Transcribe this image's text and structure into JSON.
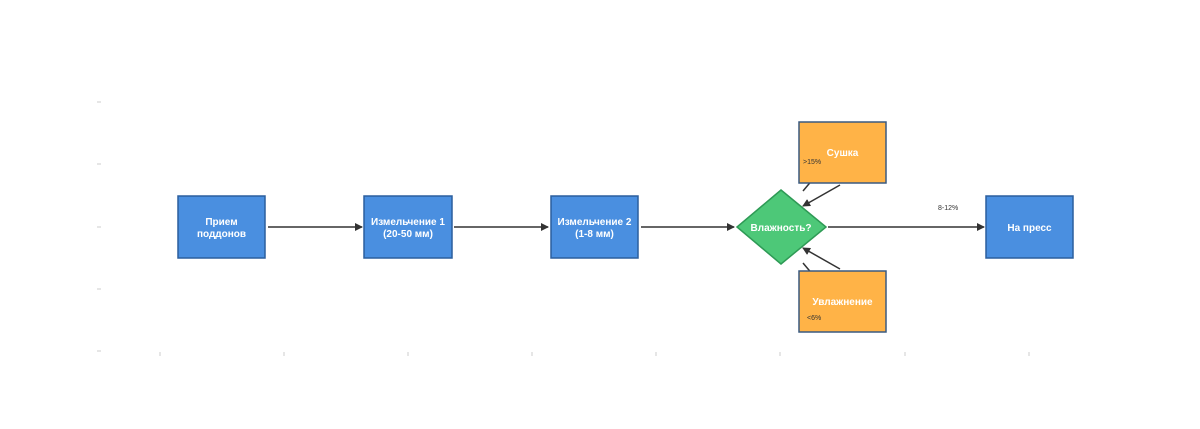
{
  "colors": {
    "process": "#4a8fe0",
    "process_border": "#2b5f9e",
    "decision": "#4dc878",
    "decision_border": "#2e9a55",
    "branch": "#ffb347",
    "branch_border": "#3a5a80",
    "arrow": "#333333",
    "tick": "#cccccc"
  },
  "nodes": {
    "receive": {
      "lines": [
        "Прием",
        "поддонов"
      ]
    },
    "grind1": {
      "lines": [
        "Измельчение 1",
        "(20-50 мм)"
      ]
    },
    "grind2": {
      "lines": [
        "Измельчение 2",
        "(1-8 мм)"
      ]
    },
    "moisture": {
      "lines": [
        "Влажность?"
      ]
    },
    "dry": {
      "lines": [
        "Сушка"
      ]
    },
    "wet": {
      "lines": [
        "Увлажнение"
      ]
    },
    "press": {
      "lines": [
        "На пресс"
      ]
    }
  },
  "edges": {
    "dry_label": ">15%",
    "wet_label": "<6%",
    "press_label": "8-12%"
  }
}
